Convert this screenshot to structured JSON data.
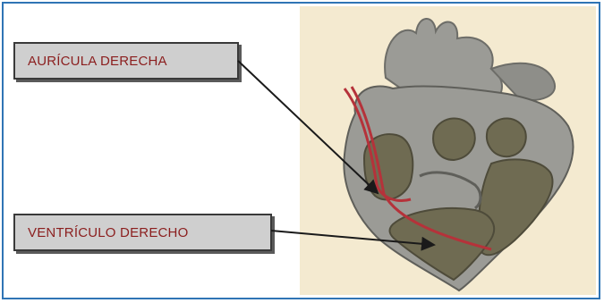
{
  "labels": {
    "atrium": "AURÍCULA DERECHA",
    "ventricle": "VENTRÍCULO DERECHO"
  },
  "colors": {
    "frame_border": "#2f74b5",
    "label_text": "#8b1e1e",
    "label_fill": "#cfcfcf",
    "figure_background": "#f4ead0",
    "heart_wall": "#9b9b96",
    "chamber_interior": "#6f6b52",
    "pacing_lead": "#b5323a"
  },
  "icons": {
    "figure": "heart-cross-section-illustration",
    "pointer": "arrow-pointer"
  }
}
